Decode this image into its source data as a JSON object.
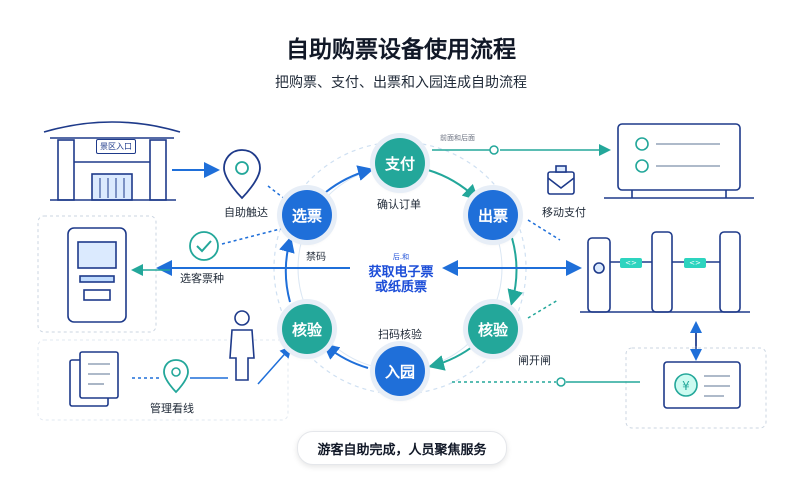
{
  "title": "自助购票设备使用流程",
  "subtitle": "把购票、支付、出票和入园连成自助流程",
  "gate_sign": "景区入口",
  "tiny_top": "前面和后面",
  "center": {
    "small": "后.和",
    "line1": "获取电子票",
    "line2": "或纸质票"
  },
  "nodes": {
    "pay": "支付",
    "select": "选票",
    "issue": "出票",
    "verify_left": "核验",
    "verify_right": "核验",
    "enter": "入园"
  },
  "labels": {
    "self_arrive": "自助触达",
    "confirm_order": "确认订单",
    "mobile_pay": "移动支付",
    "visitor_select": "选客票种",
    "swipe": "禁码",
    "scan_verify": "扫码核验",
    "gate_open": "闸开闸",
    "manage": "管理看线"
  },
  "gate_tags": [
    "<>",
    "<>"
  ],
  "bottom_pill": "游客自助完成，人员聚焦服务",
  "colors": {
    "blue": "#1f6fd9",
    "teal": "#23a79a",
    "navy": "#1e3a8a",
    "accent": "#2dd4bf"
  }
}
